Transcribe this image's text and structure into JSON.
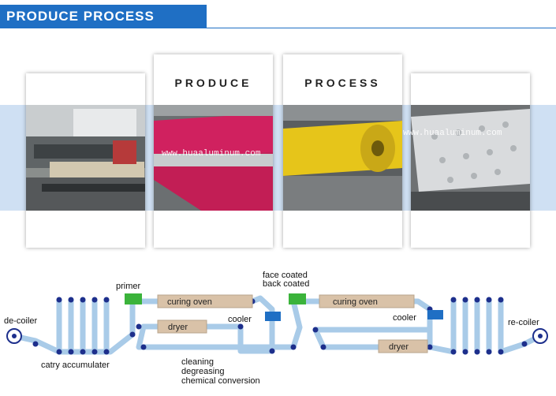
{
  "header": {
    "title": "PRODUCE PROCESS"
  },
  "photos": {
    "title_produce": "PRODUCE",
    "title_process": "PROCESS",
    "watermark_1": "www.huaaluminum.com",
    "watermark_2": "www.huaaluminum.com"
  },
  "diagram": {
    "labels": {
      "decoiler": "de-coiler",
      "accumulator": "catry accumulater",
      "primer": "primer",
      "curing_oven_1": "curing oven",
      "dryer_1": "dryer",
      "cooler_1": "cooler",
      "face_coated": "face coated",
      "back_coated": "back coated",
      "curing_oven_2": "curing oven",
      "cooler_2": "cooler",
      "dryer_2": "dryer",
      "recoiler": "re-coiler",
      "cleaning": "cleaning",
      "degreasing": "degreasing",
      "chemical_conversion": "chemical conversion"
    }
  },
  "colors": {
    "header_blue": "#1f6fc4",
    "band_blue": "#cfe0f3",
    "line_blue": "#a9cbe8",
    "roller_navy": "#1d2f8c",
    "coater_green": "#3bb33b",
    "oven_tan": "#d9c2a8"
  }
}
